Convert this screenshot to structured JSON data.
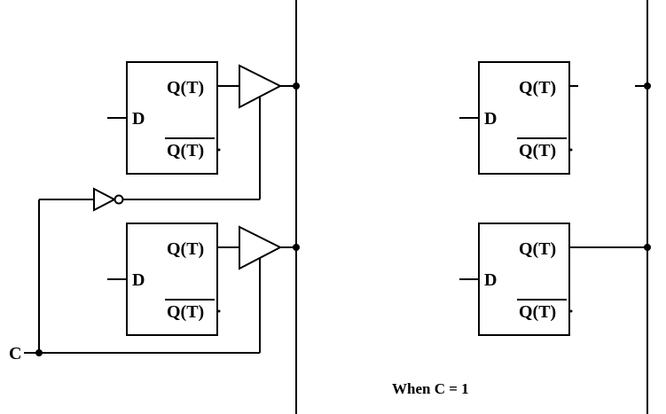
{
  "labels": {
    "d": "D",
    "q": "Q(T)",
    "q_bar": "Q(T)",
    "control": "C",
    "caption": "When C = 1"
  },
  "colors": {
    "ink": "#000000",
    "background": "#ffffff"
  }
}
